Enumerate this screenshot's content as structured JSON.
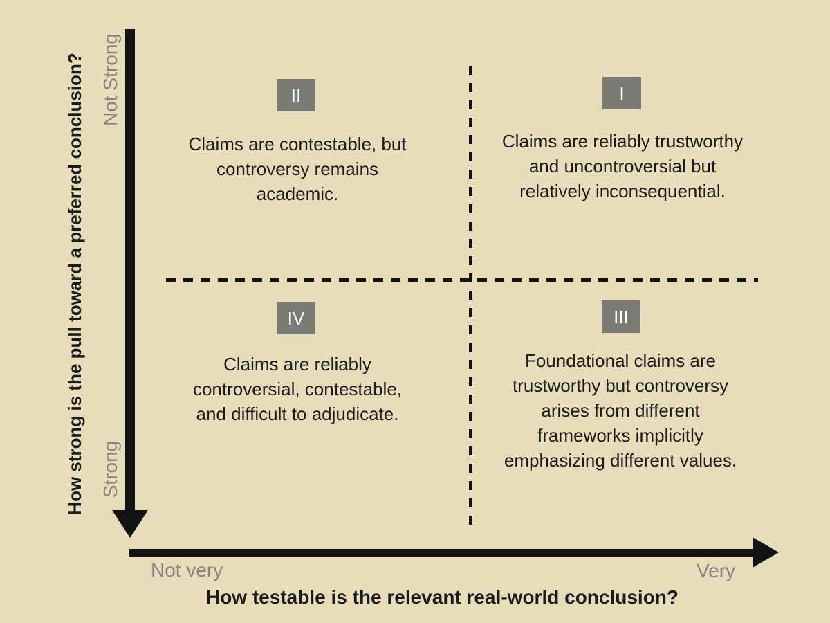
{
  "colors": {
    "page_bg": "#e8ddba",
    "axis": "#131313",
    "text": "#1b1b1b",
    "muted_label": "#87847e",
    "badge_bg": "#7b7b76",
    "badge_text": "#ffffff"
  },
  "axes": {
    "y": {
      "title": "How strong is the pull toward a preferred conclusion?",
      "top_label": "Not Strong",
      "bottom_label": "Strong"
    },
    "x": {
      "title": "How testable is the relevant real-world conclusion?",
      "left_label": "Not very",
      "right_label": "Very"
    }
  },
  "quadrants": [
    {
      "position": "top-left",
      "numeral": "II",
      "lines": [
        "Claims are contestable, but",
        "controversy remains",
        "academic."
      ]
    },
    {
      "position": "top-right",
      "numeral": "I",
      "lines": [
        "Claims are reliably trustworthy",
        "and uncontroversial but",
        "relatively inconsequential."
      ]
    },
    {
      "position": "bottom-left",
      "numeral": "IV",
      "lines": [
        "Claims are reliably",
        "controversial, contestable,",
        "and difficult to adjudicate."
      ]
    },
    {
      "position": "bottom-right",
      "numeral": "III",
      "lines": [
        "Foundational claims are",
        "trustworthy but controversy",
        "arises from different",
        "frameworks implicitly",
        "emphasizing different values."
      ]
    }
  ]
}
